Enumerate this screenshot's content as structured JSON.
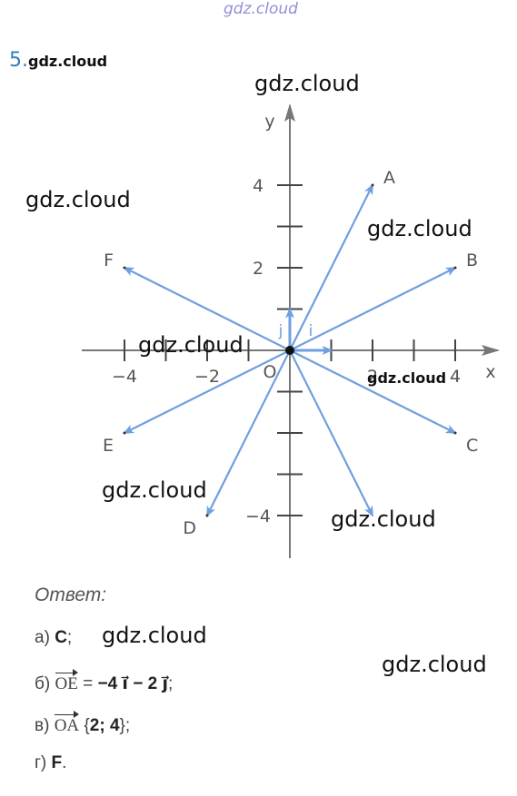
{
  "watermark": "gdz.cloud",
  "task_number": "5.",
  "axes": {
    "x_label": "x",
    "y_label": "y",
    "origin_label": "O",
    "unit_i": "i",
    "unit_j": "j"
  },
  "ticks": {
    "x": [
      {
        "v": -4,
        "label": "−4"
      },
      {
        "v": -2,
        "label": "−2"
      },
      {
        "v": 2,
        "label": "2"
      },
      {
        "v": 4,
        "label": "4"
      }
    ],
    "y": [
      {
        "v": 4,
        "label": "4"
      },
      {
        "v": 2,
        "label": "2"
      },
      {
        "v": -4,
        "label": "−4"
      }
    ]
  },
  "vectors": [
    {
      "name": "A",
      "x": 2,
      "y": 4
    },
    {
      "name": "B",
      "x": 4,
      "y": 2
    },
    {
      "name": "C",
      "x": 4,
      "y": -2
    },
    {
      "name": "D",
      "x": -2,
      "y": -4
    },
    {
      "name": "E",
      "x": -4,
      "y": -2
    },
    {
      "name": "F",
      "x": -4,
      "y": 2
    },
    {
      "name": "",
      "x": 2,
      "y": -4
    }
  ],
  "colors": {
    "vector": "#6f9fe0",
    "axis": "#666666",
    "task_number": "#2f7fc0"
  },
  "answer": {
    "title": "Ответ:",
    "a_prefix": "а)",
    "a_value": "C",
    "a_suffix": ";",
    "b_prefix": "б)",
    "b_vec": "OE",
    "b_eq": " = ",
    "b_value": "−4 i⃗ − 2 j⃗",
    "b_suffix": ";",
    "v_prefix": "в)",
    "v_vec": "OA",
    "v_open": " {",
    "v_value": "2; 4",
    "v_close": "};",
    "g_prefix": "г)",
    "g_value": "F",
    "g_suffix": "."
  }
}
